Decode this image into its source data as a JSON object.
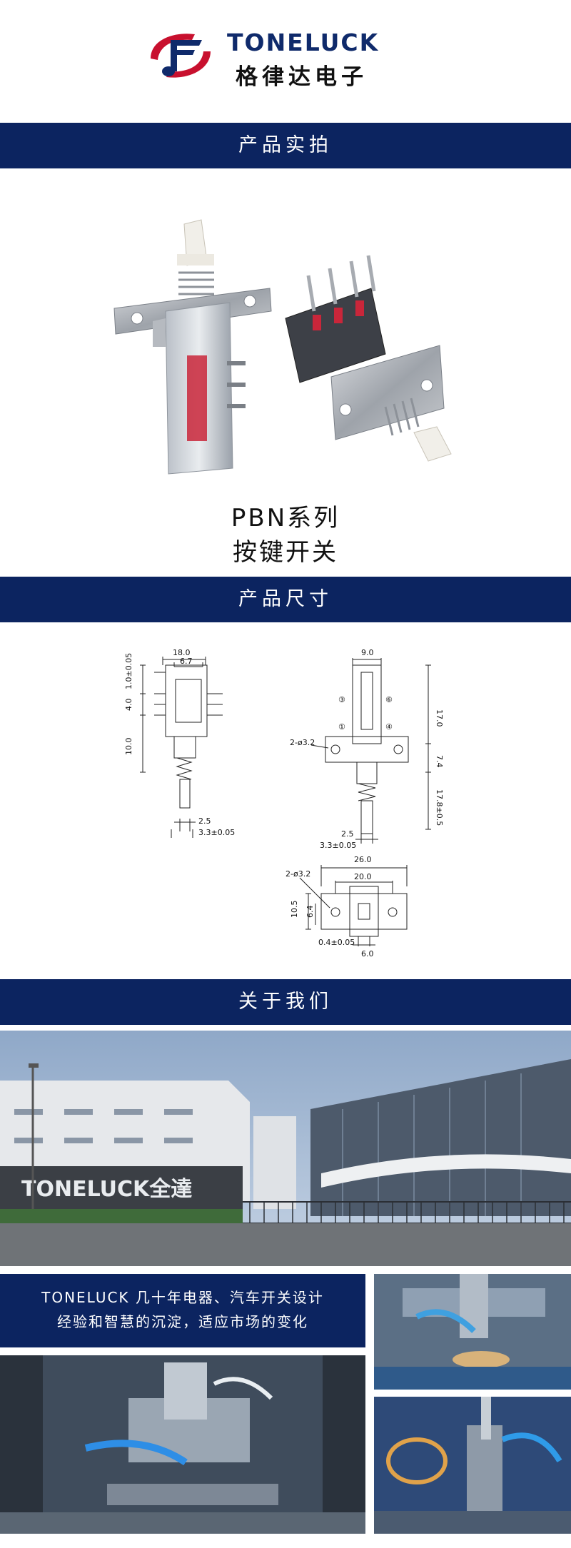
{
  "brand": {
    "name_en": "TONELUCK",
    "name_cn": "格律达电子",
    "colors": {
      "navy": "#0c2460",
      "red": "#c8102e"
    }
  },
  "sections": {
    "photo": "产品实拍",
    "size": "产品尺寸",
    "about": "关于我们"
  },
  "product": {
    "series": "PBN系列",
    "type": "按键开关"
  },
  "dimensions": {
    "side": {
      "w1": "18.0",
      "w2": "6.7",
      "h1": "1.0±0.05",
      "h2": "4.0",
      "h3": "10.0",
      "b1": "2.5",
      "b2": "3.3±0.05"
    },
    "front": {
      "w1": "9.0",
      "hole": "2-ø3.2",
      "h1": "17.0",
      "h2": "7.4",
      "h3": "17.8±0.5",
      "b1": "2.5",
      "b2": "3.3±0.05",
      "pins": [
        "③",
        "⑥",
        "①",
        "④"
      ]
    },
    "bottom": {
      "w1": "26.0",
      "w2": "20.0",
      "hole": "2-ø3.2",
      "h1": "10.5",
      "h2": "6.4",
      "b1": "0.4±0.05",
      "b2": "6.0"
    }
  },
  "factory": {
    "sign": "TONELUCK全達"
  },
  "about": {
    "line1": "TONELUCK 几十年电器、汽车开关设计",
    "line2": "经验和智慧的沉淀，适应市场的变化"
  }
}
